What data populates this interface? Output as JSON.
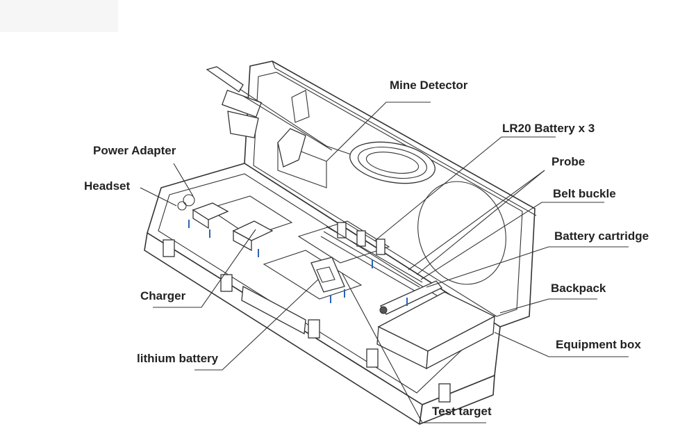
{
  "labels": {
    "mine_detector": "Mine Detector",
    "lr20_battery": "LR20 Battery x 3",
    "probe": "Probe",
    "belt_buckle": "Belt buckle",
    "battery_cartridge": "Battery cartridge",
    "backpack": "Backpack",
    "equipment_box": "Equipment  box",
    "test_target": "Test target",
    "lithium_battery": "lithium battery",
    "charger": "Charger",
    "headset": "Headset",
    "power_adapter": "Power Adapter"
  },
  "colors": {
    "line": "#333333",
    "text": "#222222",
    "marker": "#2a63b5",
    "background": "#ffffff"
  }
}
